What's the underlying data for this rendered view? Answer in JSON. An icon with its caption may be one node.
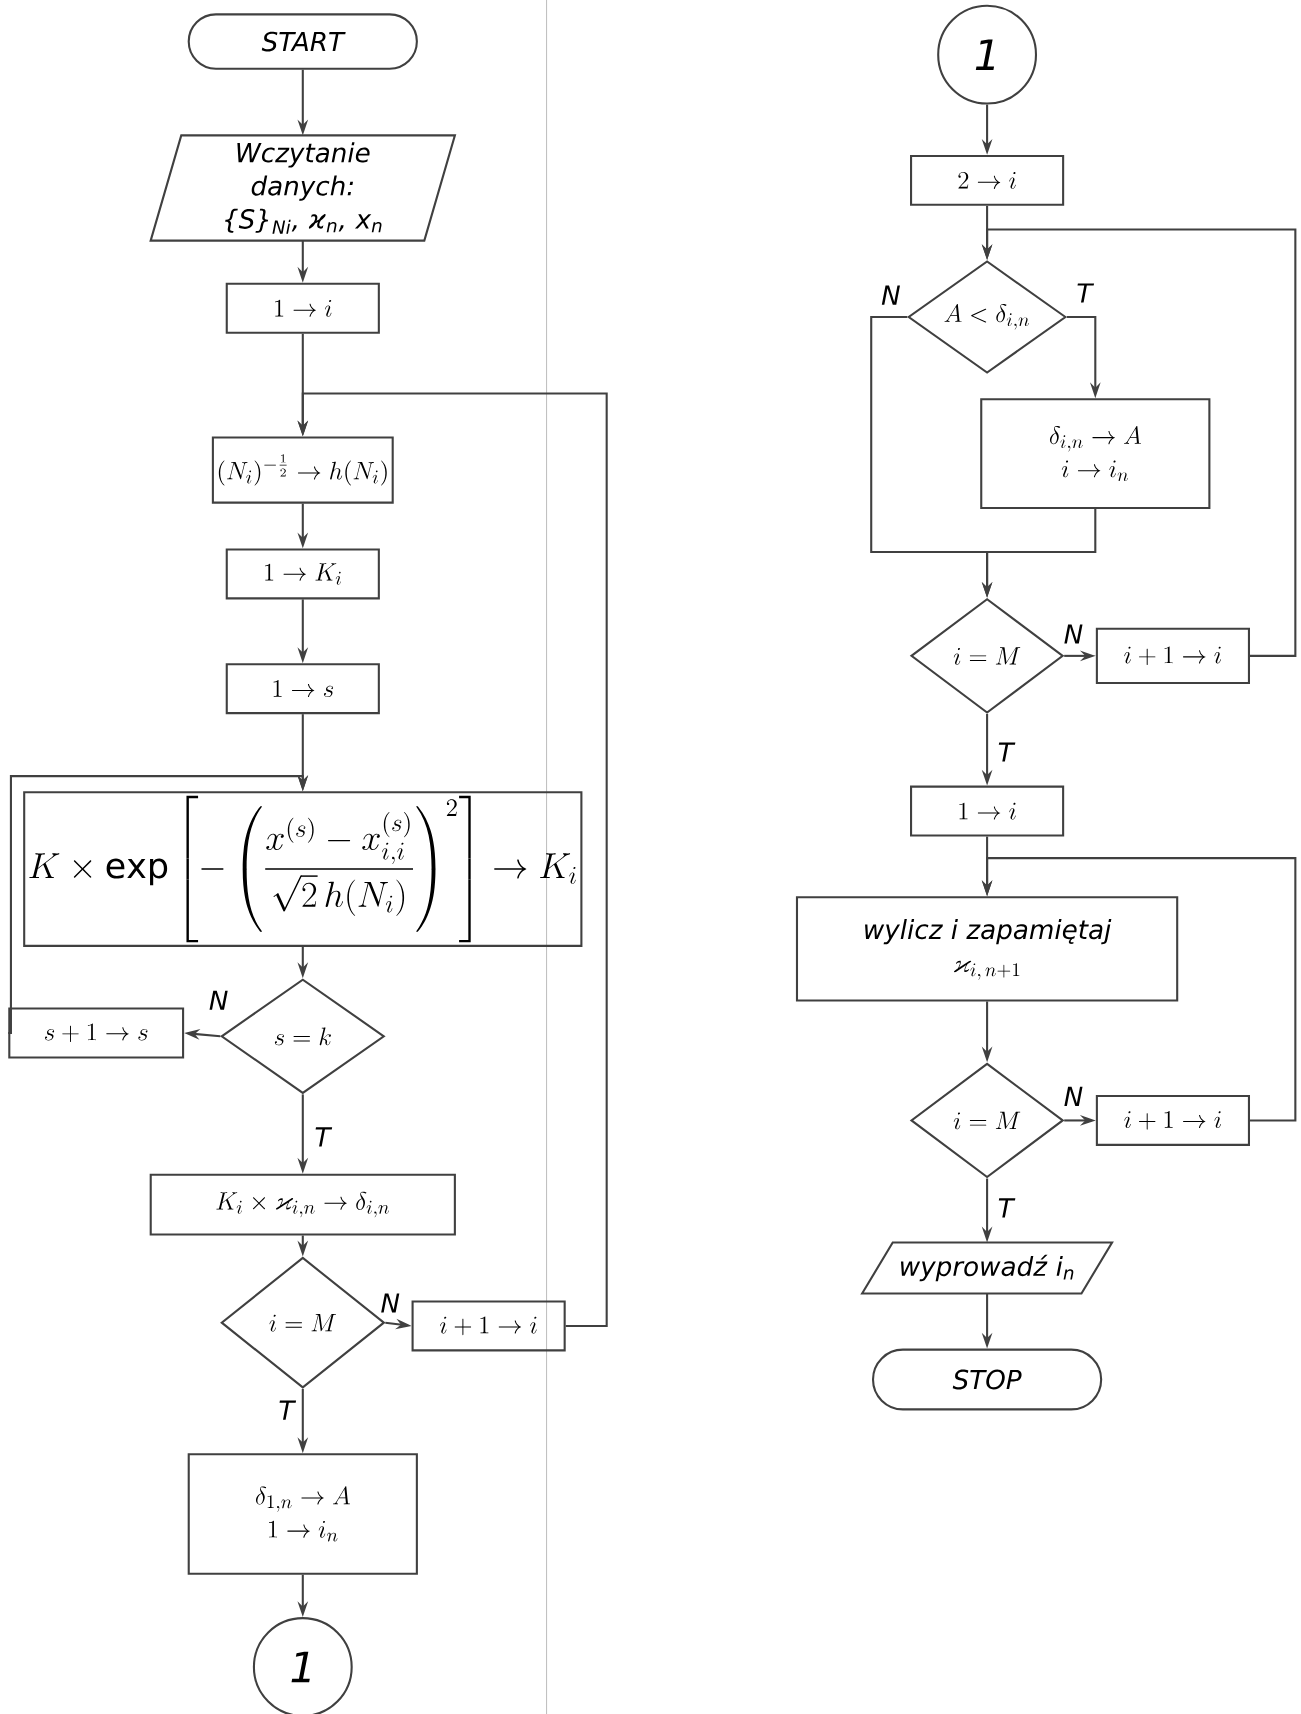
{
  "diagram": {
    "nodes": [
      {
        "text": [
          "START"
        ]
      },
      {
        "text": [
          "Wczytanie danych: {S}$_{Ni}$, ϰ$_{n}$, x$_{n}$"
        ]
      },
      {
        "text": [
          "1 \\rightarrow i"
        ]
      },
      {
        "text": [
          "(N_i)^{-\\frac{1}{2}} \\rightarrow h(N_i)"
        ]
      },
      {
        "text": [
          "1 \\rightarrow K_i"
        ]
      },
      {
        "text": [
          "1 \\rightarrow s"
        ]
      },
      {
        "text": [
          "K \\times \\exp\\left[-\\left(\\frac{x^{(s)} - x_{i,i}^{(s)}}{\\sqrt{2}\\, h(N_i)}\\right)^{2}\\right] \\rightarrow K_i"
        ]
      },
      {
        "text": [
          "s = k"
        ]
      },
      {
        "text": [
          "s+1 \\rightarrow s"
        ]
      },
      {
        "text": [
          "K_i \\times \\varkappa_{i,n} \\rightarrow \\delta_{i,n}"
        ]
      },
      {
        "text": [
          "i = M"
        ]
      },
      {
        "text": [
          "i+1 \\rightarrow i"
        ]
      },
      {
        "text": [
          "\\delta_{1,n} \\rightarrow A",
          "1 \\rightarrow i_n"
        ]
      },
      {
        "text": [
          "1"
        ]
      },
      {
        "text": [
          "1"
        ]
      },
      {
        "text": [
          "2 \\rightarrow i"
        ]
      },
      {
        "text": [
          "A < \\delta_{i,n}"
        ]
      },
      {
        "text": [
          "\\delta_{i,n} \\rightarrow A",
          "i \\rightarrow i_n"
        ]
      },
      {
        "text": [
          "i = M"
        ]
      },
      {
        "text": [
          "i+1 \\rightarrow i"
        ]
      },
      {
        "text": [
          "1 \\rightarrow i"
        ]
      },
      {
        "text": [
          "\\begin{array}{c}\\text{wylicz i zapamiętaj}\\\\ \\varkappa_{i,\\,n+1}\\end{array}"
        ]
      },
      {
        "text": [
          "i = M"
        ]
      },
      {
        "text": [
          "i+1 \\rightarrow i"
        ]
      },
      {
        "text": [
          "wyprowadź i$_{n}$"
        ]
      },
      {
        "text": [
          "STOP"
        ]
      }
    ],
    "edges": [
      {
        "from": 0,
        "to": 1,
        "arrow": "to"
      },
      {
        "from": 1,
        "to": 2,
        "arrow": "to"
      },
      {
        "from": 2,
        "to": 3,
        "arrow": "to"
      },
      {
        "from": 3,
        "to": 4,
        "arrow": "to"
      },
      {
        "from": 4,
        "to": 5,
        "arrow": "to"
      },
      {
        "from": 5,
        "to": 6,
        "arrow": "to"
      },
      {
        "from": 6,
        "to": 7,
        "arrow": "to"
      },
      {
        "from": 7,
        "to": 8,
        "arrow": "to",
        "label": "N"
      },
      {
        "from": 8,
        "to": 6,
        "arrow": "to"
      },
      {
        "from": 7,
        "to": 9,
        "arrow": "to",
        "label": "T"
      },
      {
        "from": 9,
        "to": 10,
        "arrow": "to"
      },
      {
        "from": 10,
        "to": 11,
        "arrow": "to",
        "label": "N"
      },
      {
        "from": 11,
        "to": 3,
        "arrow": "to"
      },
      {
        "from": 10,
        "to": 12,
        "arrow": "to",
        "label": "T"
      },
      {
        "from": 12,
        "to": 13,
        "arrow": "to"
      },
      {
        "from": 14,
        "to": 15,
        "arrow": "to"
      },
      {
        "from": 15,
        "to": 16,
        "arrow": "to"
      },
      {
        "from": 16,
        "to": 17,
        "arrow": "to",
        "label": "T"
      },
      {
        "from": 16,
        "to": 18,
        "arrow": "to",
        "label": "N"
      },
      {
        "from": 17,
        "to": 18,
        "arrow": "to"
      },
      {
        "from": 18,
        "to": 19,
        "arrow": "to",
        "label": "N"
      },
      {
        "from": 19,
        "to": 16,
        "arrow": "to"
      },
      {
        "from": 18,
        "to": 20,
        "arrow": "to",
        "label": "T"
      },
      {
        "from": 20,
        "to": 21,
        "arrow": "to"
      },
      {
        "from": 21,
        "to": 22,
        "arrow": "to"
      },
      {
        "from": 22,
        "to": 23,
        "arrow": "to",
        "label": "N"
      },
      {
        "from": 23,
        "to": 21,
        "arrow": "to"
      },
      {
        "from": 22,
        "to": 24,
        "arrow": "to",
        "label": "T"
      },
      {
        "from": 24,
        "to": 25,
        "arrow": "to"
      }
    ]
  }
}
